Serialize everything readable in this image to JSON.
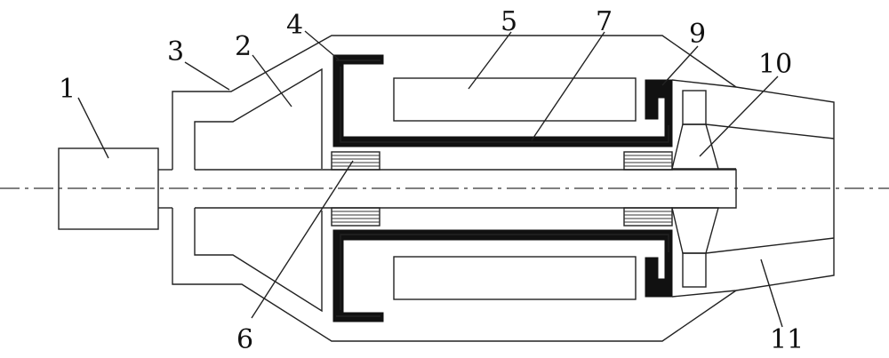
{
  "labels": [
    {
      "id": "1",
      "text": "1"
    },
    {
      "id": "2",
      "text": "2"
    },
    {
      "id": "3",
      "text": "3"
    },
    {
      "id": "4",
      "text": "4"
    },
    {
      "id": "5",
      "text": "5"
    },
    {
      "id": "6",
      "text": "6"
    },
    {
      "id": "7",
      "text": "7"
    },
    {
      "id": "9",
      "text": "9"
    },
    {
      "id": "10",
      "text": "10"
    },
    {
      "id": "11",
      "text": "11"
    }
  ],
  "colors": {
    "line": "#222222",
    "fill_dark": "#111111",
    "background": "#ffffff"
  }
}
